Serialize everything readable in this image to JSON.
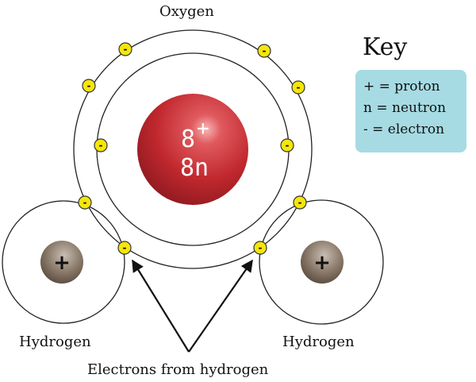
{
  "title": "Oxygen",
  "nucleus": {
    "charge": "8",
    "charge_sign": "+",
    "neutrons": "8n"
  },
  "hydrogen_left": {
    "label": "Hydrogen",
    "symbol": "+"
  },
  "hydrogen_right": {
    "label": "Hydrogen",
    "symbol": "+"
  },
  "electron_symbol": "-",
  "caption": "Electrons from hydrogen",
  "key": {
    "title": "Key",
    "items": [
      "+ = proton",
      "n = neutron",
      "-  = electron"
    ]
  },
  "colors": {
    "nucleus": "#c0282e",
    "proton": "#7a6a5a",
    "electron": "#f5e60a",
    "key_bg": "#a6dbe3"
  }
}
